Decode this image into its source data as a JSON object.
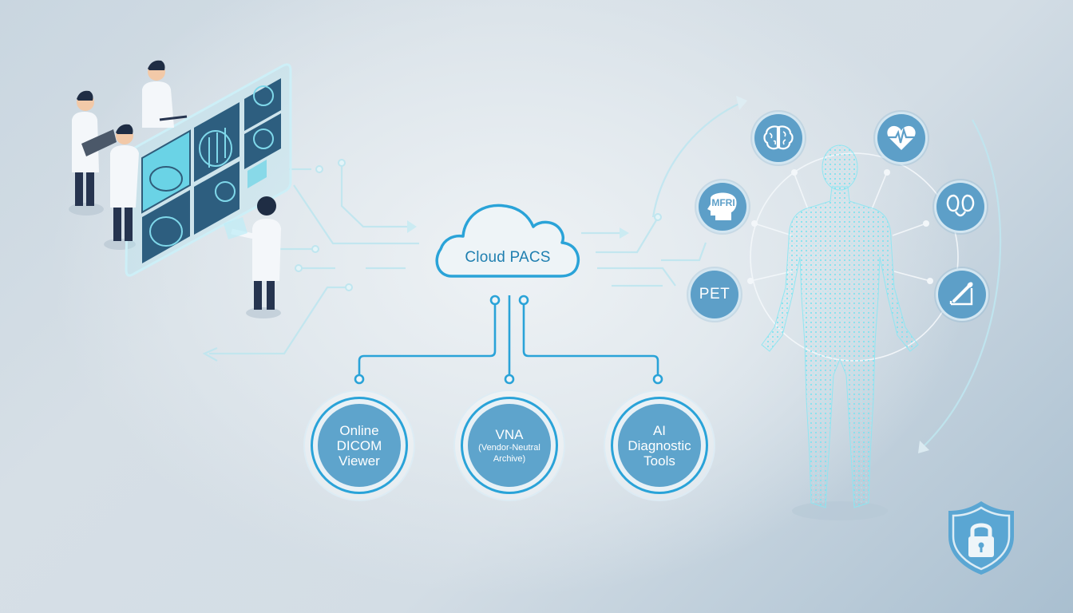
{
  "diagram": {
    "title": "Cloud PACS",
    "central_node": {
      "label": "Cloud PACS",
      "shape": "cloud",
      "color": "#2aa3d8"
    },
    "services": [
      {
        "id": "viewer",
        "lines": [
          "Online",
          "DICOM",
          "Viewer"
        ],
        "sub": ""
      },
      {
        "id": "vna",
        "lines": [
          "VNA"
        ],
        "sub": [
          "(Vendor-Neutral",
          "Archive)"
        ]
      },
      {
        "id": "ai",
        "lines": [
          "AI",
          "Diagnostic",
          "Tools"
        ],
        "sub": ""
      }
    ],
    "modalities": [
      {
        "id": "brain",
        "icon": "brain-icon",
        "label": ""
      },
      {
        "id": "heart",
        "icon": "heart-ecg-icon",
        "label": ""
      },
      {
        "id": "mri",
        "icon": "head-profile-icon",
        "label": "MFRI"
      },
      {
        "id": "kidney",
        "icon": "kidney-icon",
        "label": ""
      },
      {
        "id": "pet",
        "icon": "text-icon",
        "label": "PET"
      },
      {
        "id": "ultrasound",
        "icon": "ultrasound-probe-icon",
        "label": ""
      }
    ],
    "left_scene": {
      "description": "Clinicians reviewing medical images on a holographic display",
      "people_count": 4,
      "panels": [
        "brain-scan",
        "chest-xray",
        "organ-scan",
        "abdomen-scan",
        "spine-scan",
        "cell-scan",
        "document",
        "thumbnail"
      ]
    },
    "right_scene": {
      "description": "Dotted human body figure surrounded by imaging modality icons"
    },
    "security": {
      "icon": "shield-lock-icon"
    }
  },
  "colors": {
    "accent": "#2aa3d8",
    "circle_fill": "#5ea4cc",
    "modality_fill": "#5d9fc8",
    "text_dark": "#1f7fb0",
    "body_dots": "#7fe3f0",
    "background": "#d6dfe6"
  }
}
